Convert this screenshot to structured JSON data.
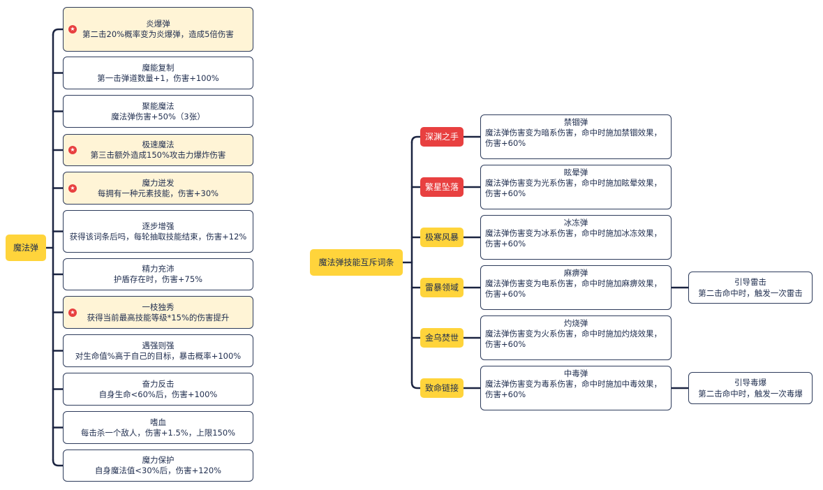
{
  "colors": {
    "line": "#1a2340",
    "yellow": "#ffd43b",
    "red": "#e84040",
    "highlight_bg": "#fff4d6"
  },
  "left_map": {
    "root": "魔法弹",
    "nodes": [
      {
        "title": "炎爆弹",
        "desc": "第二击20%概率变为炎爆弹，造成5倍伤害",
        "starred": true
      },
      {
        "title": "魔能复制",
        "desc": "第一击弹道数量+1，伤害+100%",
        "starred": false
      },
      {
        "title": "聚能魔法",
        "desc": "魔法弹伤害+50%（3张）",
        "starred": false
      },
      {
        "title": "极速魔法",
        "desc": "第三击额外造成150%攻击力爆炸伤害",
        "starred": true
      },
      {
        "title": "魔力迸发",
        "desc": "每拥有一种元素技能，伤害+30%",
        "starred": true
      },
      {
        "title": "逐步增强",
        "desc": "获得该词条后吗，每轮抽取技能结束，伤害+12%",
        "starred": false
      },
      {
        "title": "精力充沛",
        "desc": "护盾存在时，伤害+75%",
        "starred": false
      },
      {
        "title": "一枝独秀",
        "desc": "获得当前最高技能等级*15%的伤害提升",
        "starred": true
      },
      {
        "title": "遇强则强",
        "desc": "对生命值%高于自己的目标，暴击概率+100%",
        "starred": false
      },
      {
        "title": "奋力反击",
        "desc": "自身生命<60%后，伤害+100%",
        "starred": false
      },
      {
        "title": "嗜血",
        "desc": "每击杀一个敌人，伤害+1.5%，上限150%",
        "starred": false
      },
      {
        "title": "魔力保护",
        "desc": "自身魔法值<30%后，伤害+120%",
        "starred": false
      }
    ]
  },
  "right_map": {
    "root": "魔法弹技能互斥词条",
    "branches": [
      {
        "label": "深渊之手",
        "color": "red",
        "title": "禁锢弹",
        "desc": "魔法弹伤害变为暗系伤害，命中时施加禁锢效果，伤害+60%"
      },
      {
        "label": "繁星坠落",
        "color": "red",
        "title": "眩晕弹",
        "desc": "魔法弹伤害变为光系伤害，命中时施加眩晕效果，伤害+60%"
      },
      {
        "label": "极寒风暴",
        "color": "yellow",
        "title": "冰冻弹",
        "desc": "魔法弹伤害变为冰系伤害，命中时施加冰冻效果，伤害+60%"
      },
      {
        "label": "雷暴领域",
        "color": "yellow",
        "title": "麻痹弹",
        "desc": "魔法弹伤害变为电系伤害，命中时施加麻痹效果，伤害+60%",
        "leaf": {
          "title": "引导雷击",
          "desc": "第二击命中时，触发一次雷击"
        }
      },
      {
        "label": "金乌焚世",
        "color": "yellow",
        "title": "灼烧弹",
        "desc": "魔法弹伤害变为火系伤害，命中时施加灼烧效果，伤害+60%"
      },
      {
        "label": "致命链接",
        "color": "yellow",
        "title": "中毒弹",
        "desc": "魔法弹伤害变为毒系伤害，命中时施加中毒效果，伤害+60%",
        "leaf": {
          "title": "引导毒爆",
          "desc": "第二击命中时，触发一次毒爆"
        }
      }
    ]
  }
}
